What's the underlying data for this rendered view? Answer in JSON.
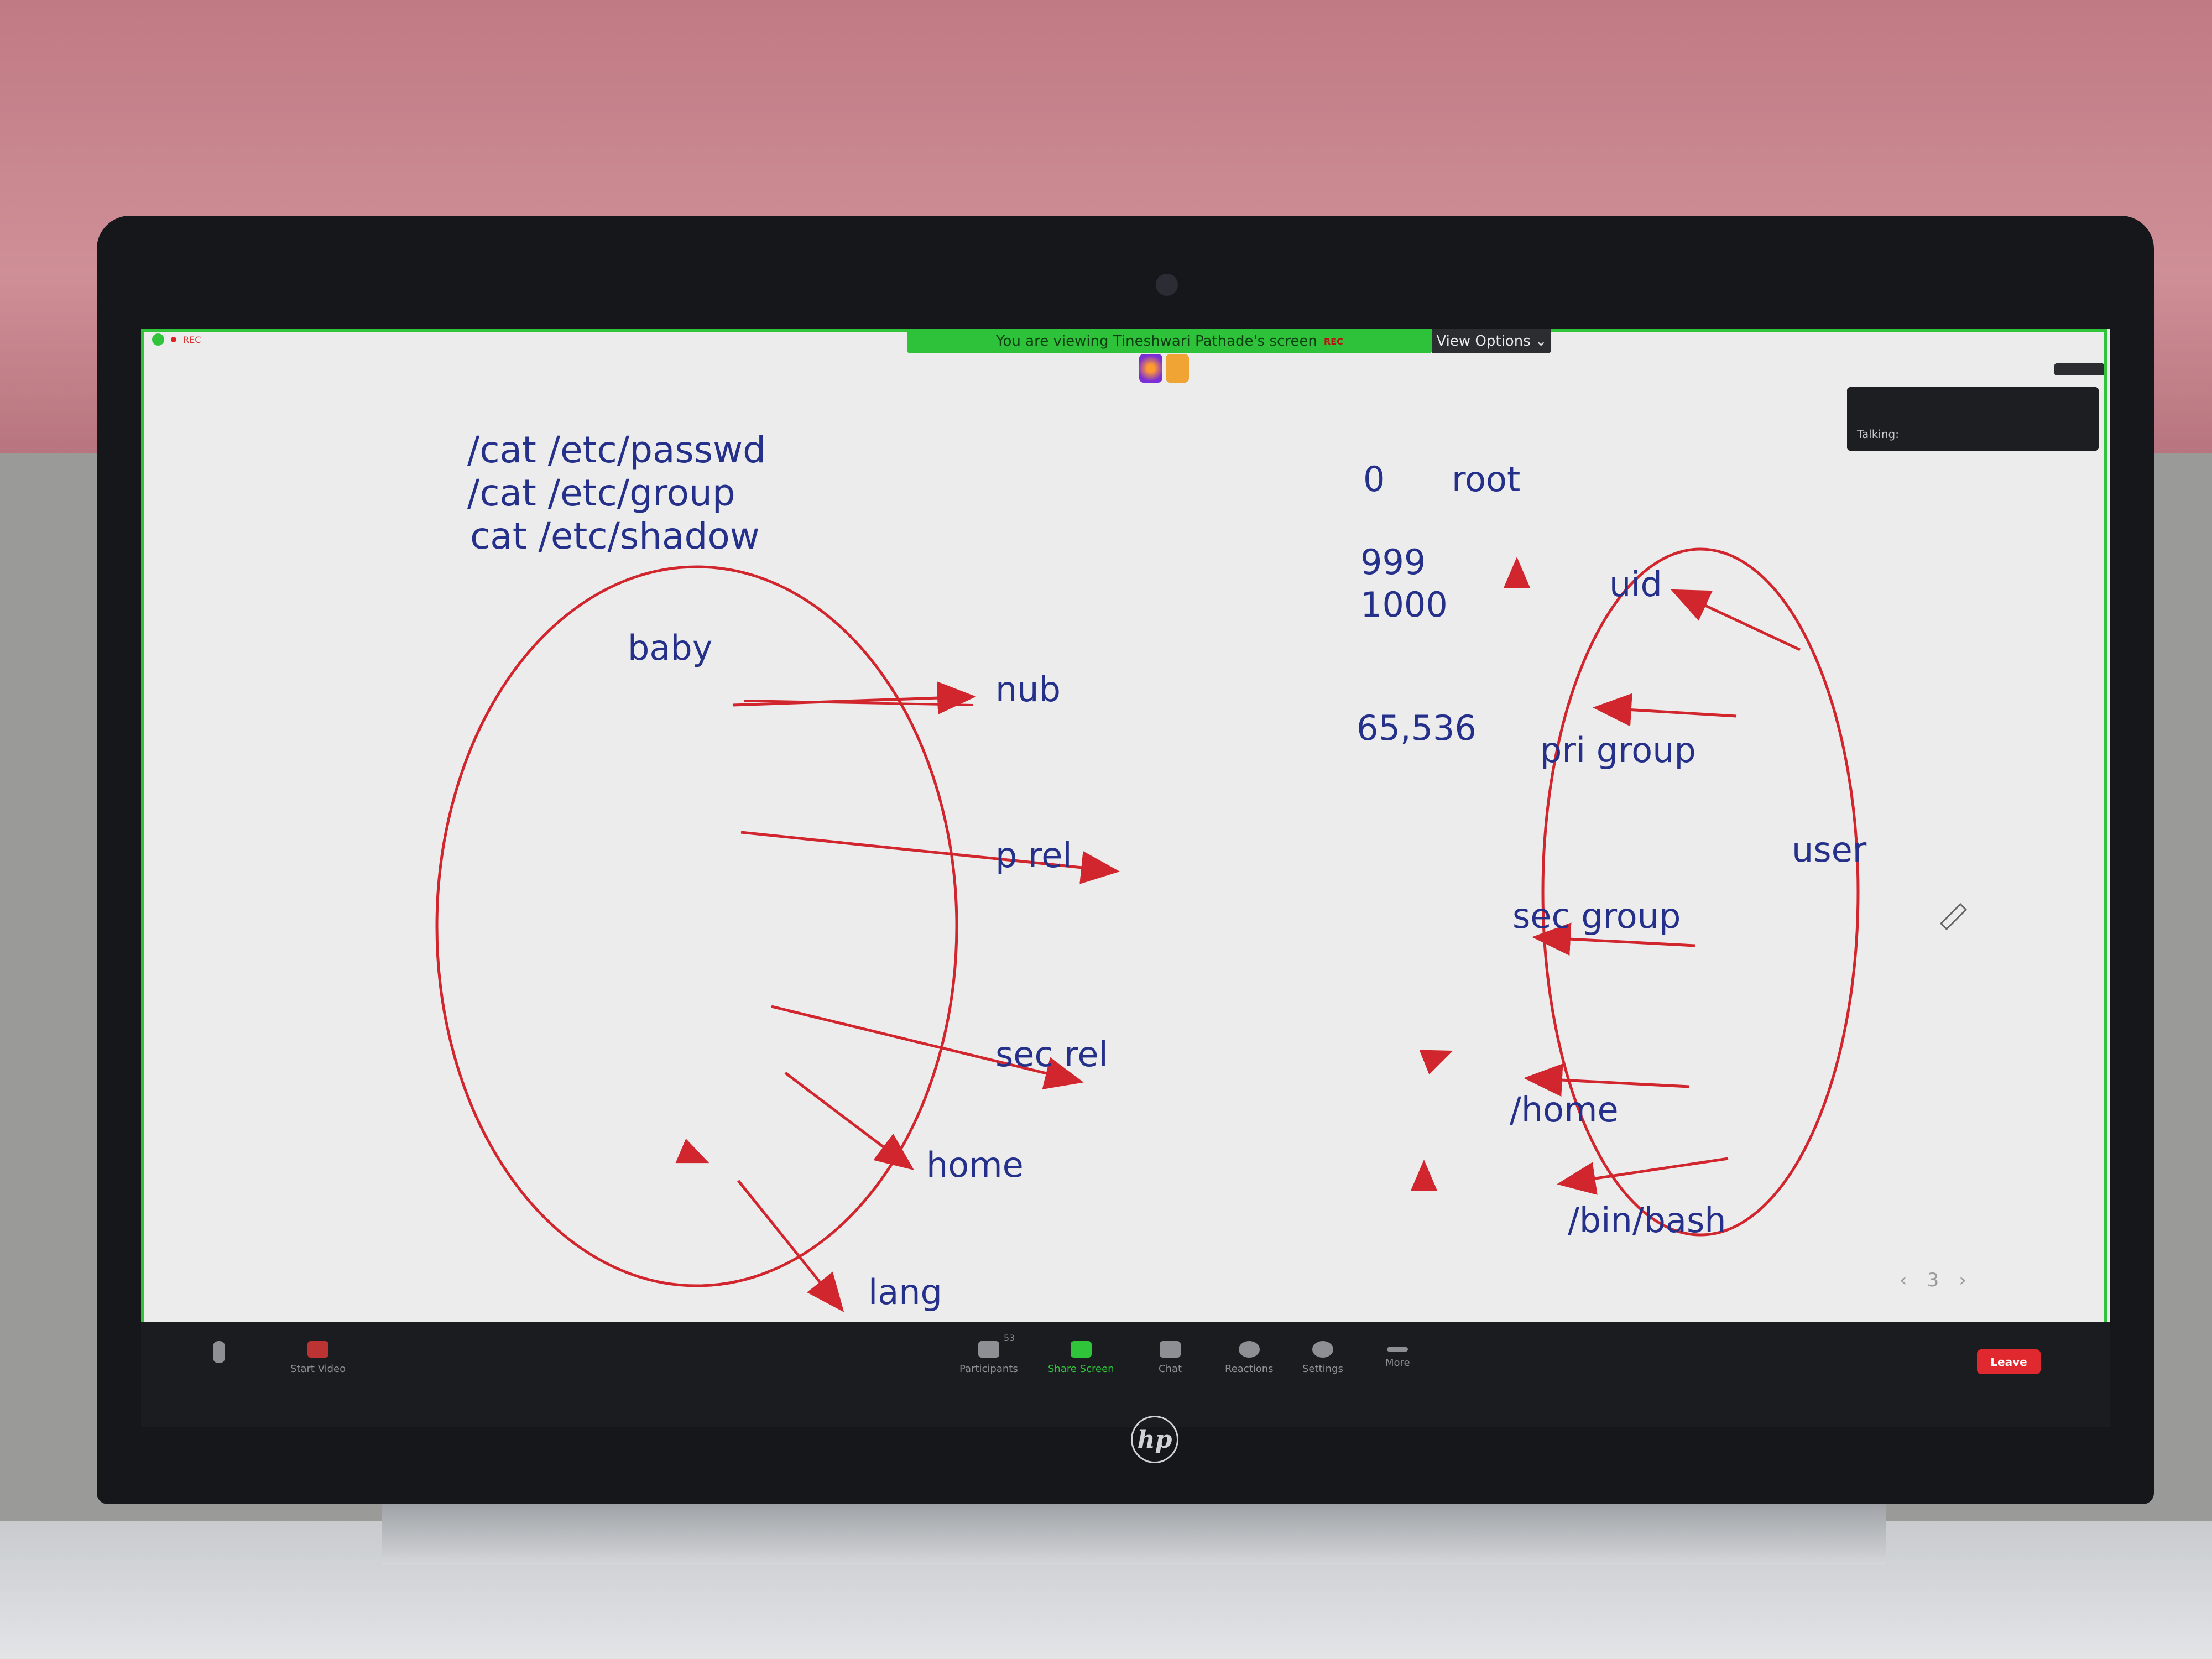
{
  "zoom_ui": {
    "rec_label": "REC",
    "banner_text": "You are viewing Tineshwari Pathade's screen",
    "banner_rec": "REC",
    "view_options": "View Options",
    "talking_label": "Talking:",
    "toolbar": {
      "mute": "",
      "video": "Start Video",
      "participants": "Participants",
      "participants_count": "53",
      "share_screen": "Share Screen",
      "chat": "Chat",
      "reactions": "Reactions",
      "settings": "Settings",
      "more": "More",
      "leave": "Leave"
    },
    "page_nav": {
      "prev": "‹",
      "page": "3",
      "next": "›"
    }
  },
  "whiteboard": {
    "commands": [
      "/cat /etc/passwd",
      "/cat /etc/group",
      "cat /etc/shadow"
    ],
    "left_center": "baby",
    "left_labels": [
      "nub",
      "p rel",
      "sec rel",
      "home",
      "lang"
    ],
    "numbers": [
      "0",
      "999",
      "1000",
      "65,536"
    ],
    "root_label": "root",
    "right_center": "user",
    "right_labels": [
      "uid",
      "pri group",
      "sec group",
      "/home",
      "/bin/bash"
    ]
  },
  "colors": {
    "ink_blue": "#24308a",
    "ink_red": "#d2262e",
    "share_green": "#2fc43a"
  },
  "icons": [
    "shield-icon",
    "firefox-icon",
    "microphone-icon",
    "pencil-icon",
    "hp-logo"
  ],
  "brand": "hp"
}
